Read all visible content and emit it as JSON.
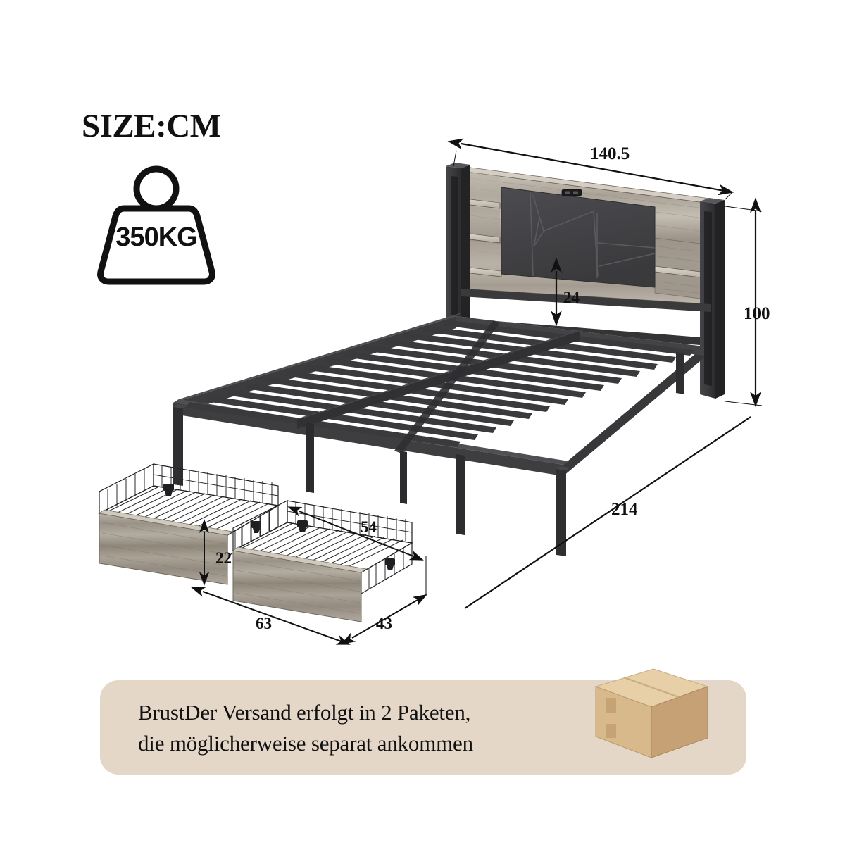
{
  "title": "SIZE:CM",
  "weight_badge": {
    "icon": "weight-icon",
    "label": "350KG"
  },
  "product": {
    "name": "metal-platform-bed-with-storage-headboard-and-drawers",
    "unit": "CM"
  },
  "dimensions": {
    "bed_width": "140.5",
    "bed_height": "100",
    "bed_length": "214",
    "headboard_panel_height": "24",
    "drawer_height": "22",
    "drawer_inner_length": "54",
    "drawer_front_width": "63",
    "drawer_depth": "43"
  },
  "shipping_notice": {
    "text": "BrustDer Versand erfolgt in 2 Paketen, die möglicherweise separat ankommen",
    "line1": "BrustDer Versand erfolgt in 2 Paketen,",
    "line2": "die möglicherweise separat ankommen",
    "icon": "cardboard-box-icon"
  },
  "colors": {
    "frame_metal": "#3a3a3c",
    "metal_dark": "#2b2b2d",
    "upholstery": "#434346",
    "wood_light": "#c6bfb4",
    "wood_mid": "#a79f94",
    "wood_dark": "#8b8478",
    "banner_bg": "#e4d7c8",
    "box_face": "#d9b98a",
    "box_top": "#e8cfa6",
    "box_side": "#c9a377",
    "dimension_line": "#111111",
    "background": "#ffffff"
  }
}
